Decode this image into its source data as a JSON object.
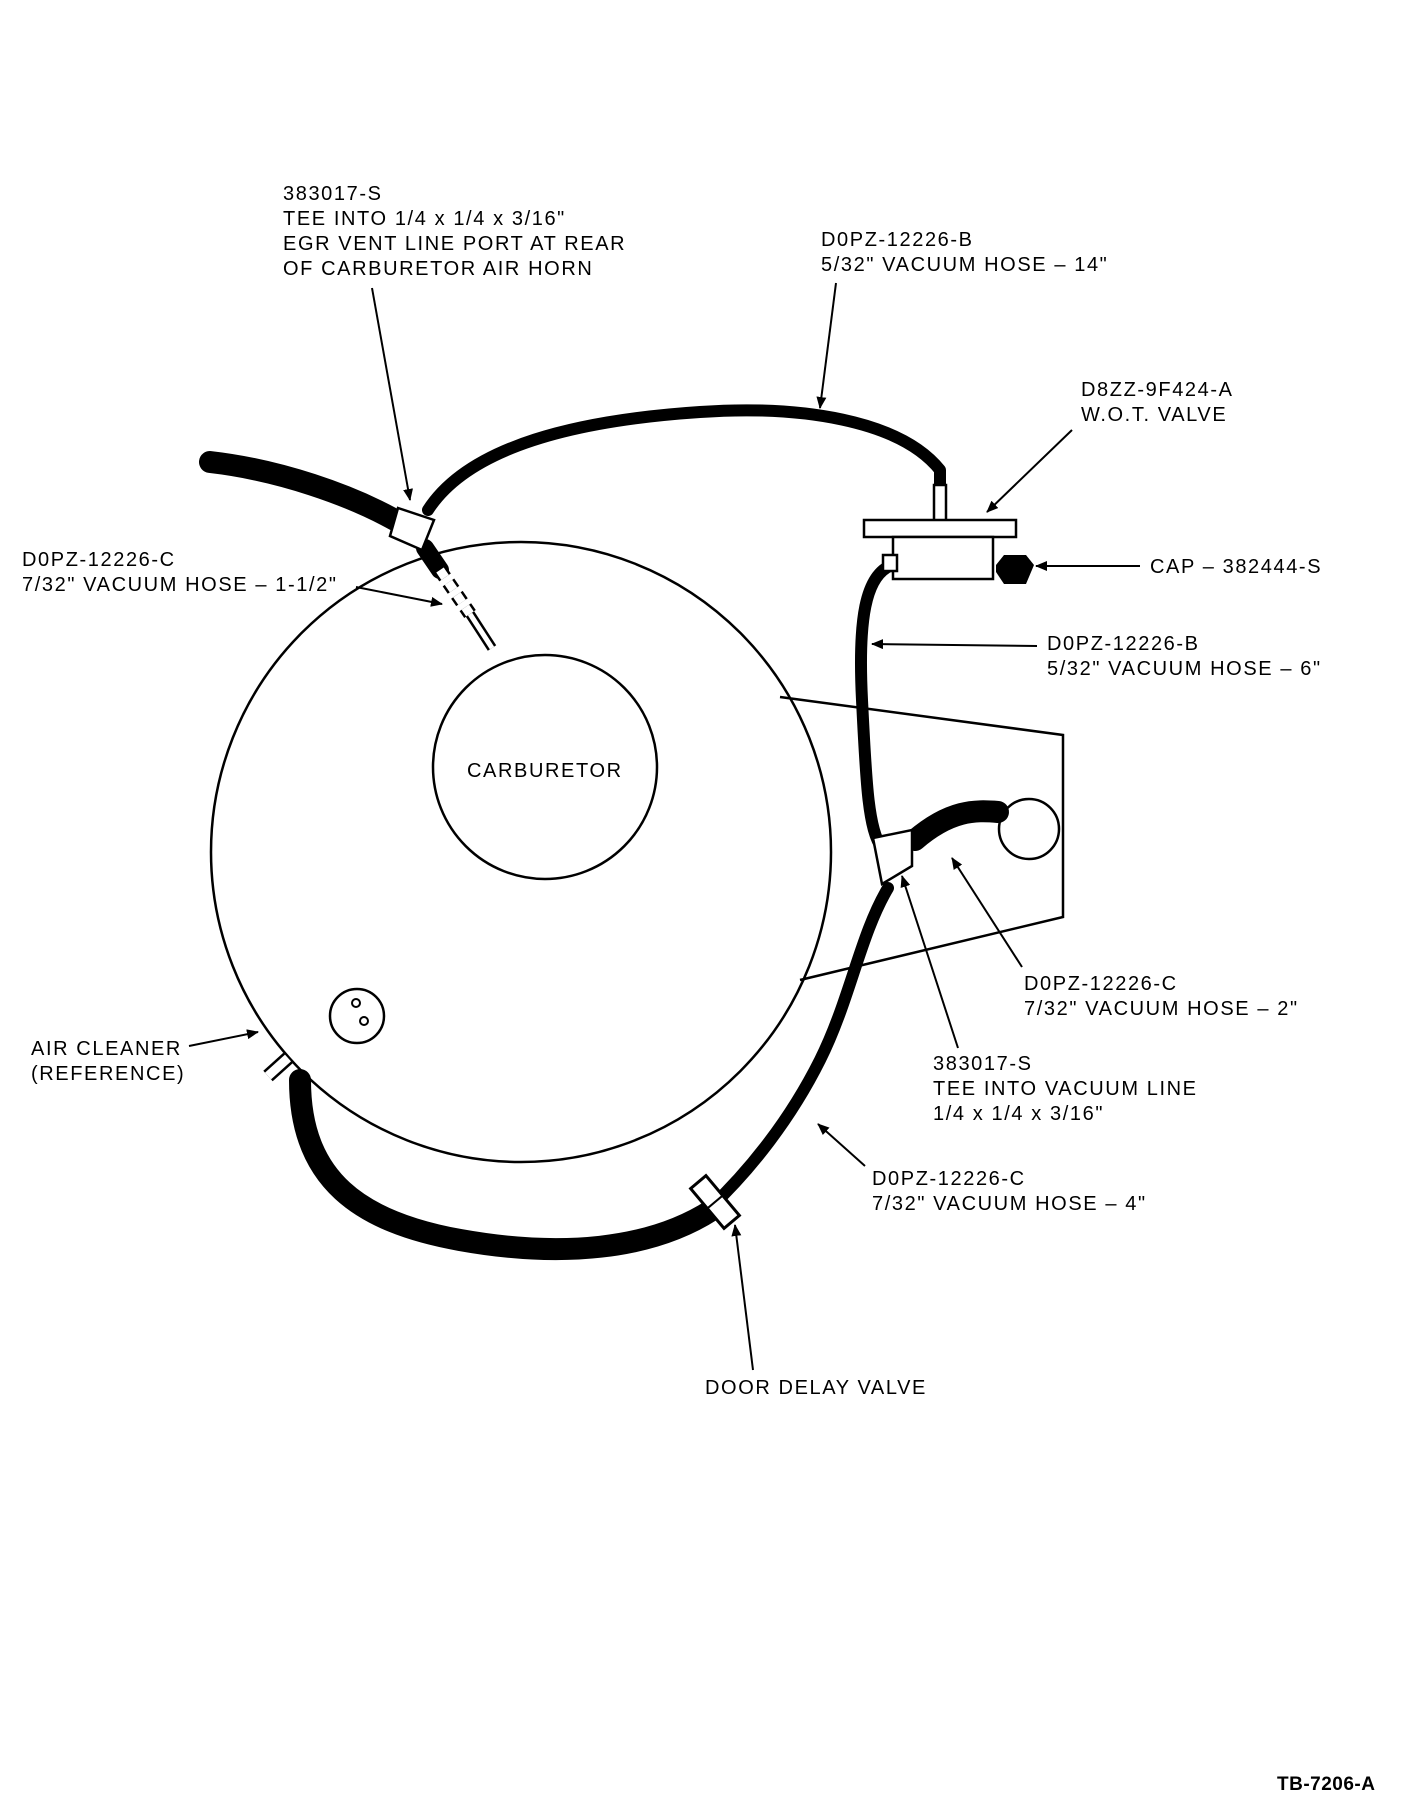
{
  "labels": {
    "egr_tee": [
      "383017-S",
      "TEE INTO 1/4 x 1/4 x 3/16\"",
      "EGR VENT LINE PORT AT REAR",
      "OF CARBURETOR AIR HORN"
    ],
    "hose_14": [
      "D0PZ-12226-B",
      "5/32\" VACUUM HOSE – 14\""
    ],
    "wot_valve": [
      "D8ZZ-9F424-A",
      "W.O.T. VALVE"
    ],
    "cap": "CAP – 382444-S",
    "hose_1_5": [
      "D0PZ-12226-C",
      "7/32\" VACUUM HOSE – 1-1/2\""
    ],
    "hose_6": [
      "D0PZ-12226-B",
      "5/32\" VACUUM HOSE – 6\""
    ],
    "carburetor": "CARBURETOR",
    "hose_2": [
      "D0PZ-12226-C",
      "7/32\" VACUUM HOSE – 2\""
    ],
    "vacuum_tee": [
      "383017-S",
      "TEE INTO VACUUM LINE",
      "1/4 x 1/4 x 3/16\""
    ],
    "air_cleaner": [
      "AIR CLEANER",
      "(REFERENCE)"
    ],
    "hose_4": [
      "D0PZ-12226-C",
      "7/32\" VACUUM HOSE – 4\""
    ],
    "door_delay": "DOOR DELAY VALVE",
    "figure_id": "TB-7206-A"
  }
}
